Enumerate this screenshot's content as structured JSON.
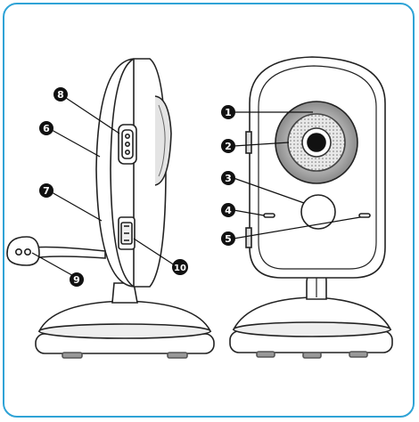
{
  "colors": {
    "frame": "#2fa3d6",
    "outline": "#222222",
    "fill": "#ffffff",
    "shade": "#d8d8d8",
    "callout": "#111111"
  },
  "callouts": [
    "1",
    "2",
    "3",
    "4",
    "5",
    "6",
    "7",
    "8",
    "9",
    "10"
  ]
}
